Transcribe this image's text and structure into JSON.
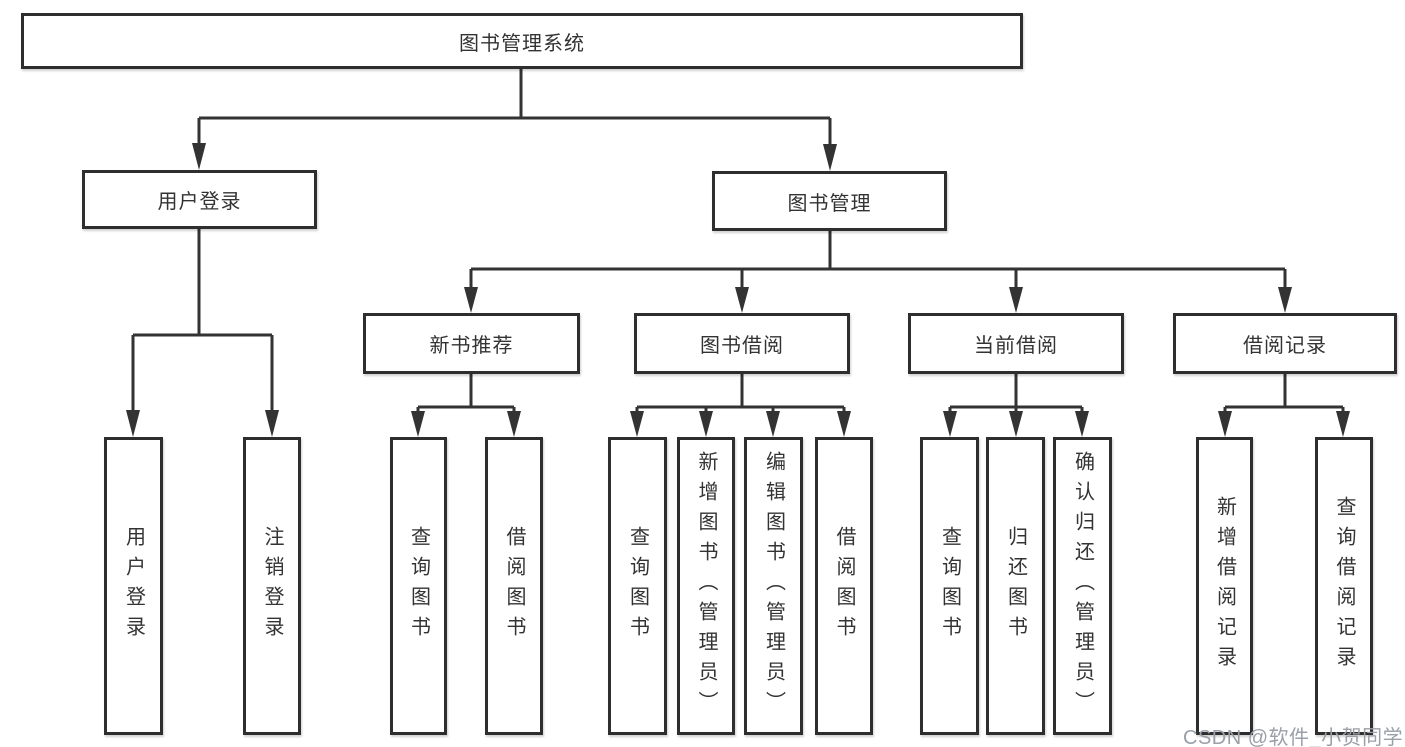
{
  "diagram": {
    "title": "图书管理系统",
    "root": {
      "label": "图书管理系统"
    },
    "level2": [
      {
        "id": "user-login",
        "label": "用户登录"
      },
      {
        "id": "book-management",
        "label": "图书管理"
      }
    ],
    "level3": [
      {
        "id": "new-book-recommend",
        "label": "新书推荐"
      },
      {
        "id": "book-borrow",
        "label": "图书借阅"
      },
      {
        "id": "current-borrow",
        "label": "当前借阅"
      },
      {
        "id": "borrow-records",
        "label": "借阅记录"
      }
    ],
    "leaves": {
      "user_login": [
        "用户登录",
        "注销登录"
      ],
      "new_book": [
        "查询图书",
        "借阅图书"
      ],
      "book_borrow": [
        "查询图书",
        "新增图书（管理员）",
        "编辑图书（管理员）",
        "借阅图书"
      ],
      "current": [
        "查询图书",
        "归还图书",
        "确认归还（管理员）"
      ],
      "records": [
        "新增借阅记录",
        "查询借阅记录"
      ]
    }
  },
  "watermark": "CSDN @软件_小贺同学",
  "colors": {
    "line": "#333333",
    "border": "#2e2e2e",
    "text": "#333333",
    "watermark": "#9aa0a8",
    "background": "#ffffff"
  }
}
